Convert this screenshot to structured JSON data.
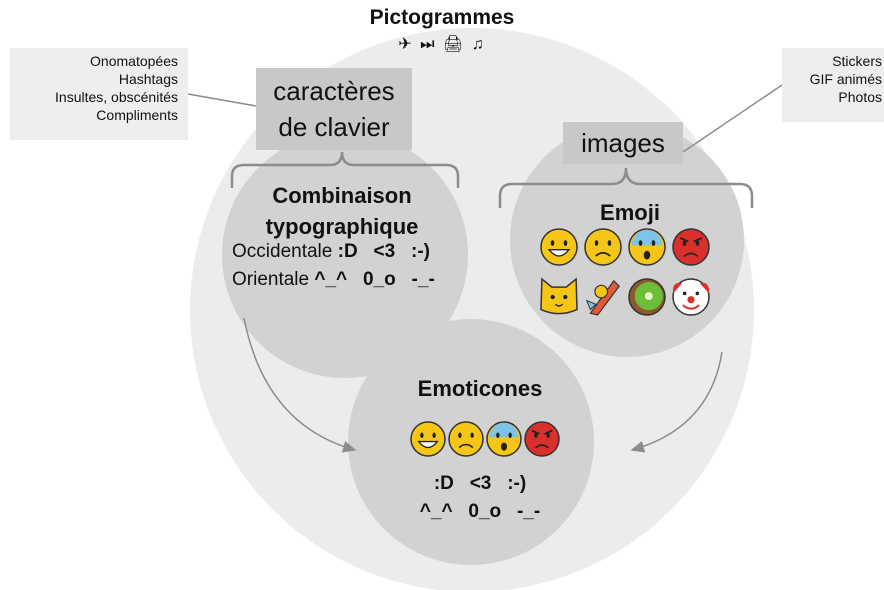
{
  "title": "Pictogrammes",
  "pictograms": "✈ ⏭ 🖨 ♫",
  "left_note": [
    "Onomatopées",
    "Hashtags",
    "Insultes, obscénités",
    "Compliments"
  ],
  "right_note": [
    "Stickers",
    "GIF animés",
    "Photos"
  ],
  "keyboard_box": [
    "caractères",
    "de clavier"
  ],
  "images_box": "images",
  "combination": {
    "heading": [
      "Combinaison",
      "typographique"
    ],
    "occidental_label": "Occidentale",
    "occidental_value": ":D   <3   :-)",
    "oriental_label": "Orientale",
    "oriental_value": "^_^   0_o   -_-"
  },
  "emoji": {
    "heading": "Emoji",
    "faces": [
      "grinning-face",
      "frowning-face",
      "fearful-face",
      "angry-face"
    ],
    "other_icons": [
      "cat-face",
      "rocket-person",
      "kiwi",
      "clown"
    ]
  },
  "emoticones": {
    "heading": "Emoticones",
    "faces": [
      "grinning-face",
      "frowning-face",
      "fearful-face",
      "angry-face"
    ],
    "line1": ":D   <3   :-)",
    "line2": "^_^   0_o   -_-"
  },
  "colors": {
    "outer_circle": "#ececec",
    "inner_circle": "#d2d2d2",
    "box": "#c8c8c8",
    "connector": "#8c8c8c",
    "emoji_yellow": "#f5c518",
    "emoji_red": "#d9302b",
    "emoji_blue": "#7ec4ea"
  }
}
